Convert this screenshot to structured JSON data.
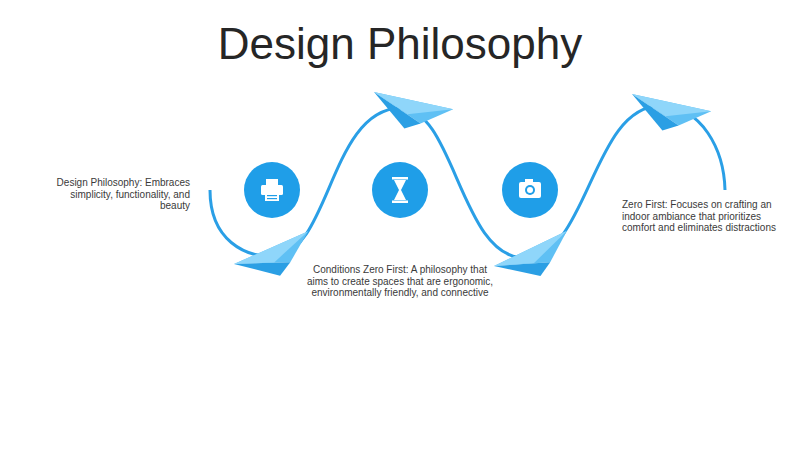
{
  "diagram": {
    "title": "Design Philosophy",
    "labels": [
      "Design Philosophy: Embraces simplicity, functionality, and beauty",
      "Conditions Zero First: A philosophy that aims to create spaces that are ergonomic, environmentally friendly, and connective",
      "Zero First: Focuses on crafting an indoor ambiance that prioritizes comfort and eliminates distractions"
    ]
  }
}
